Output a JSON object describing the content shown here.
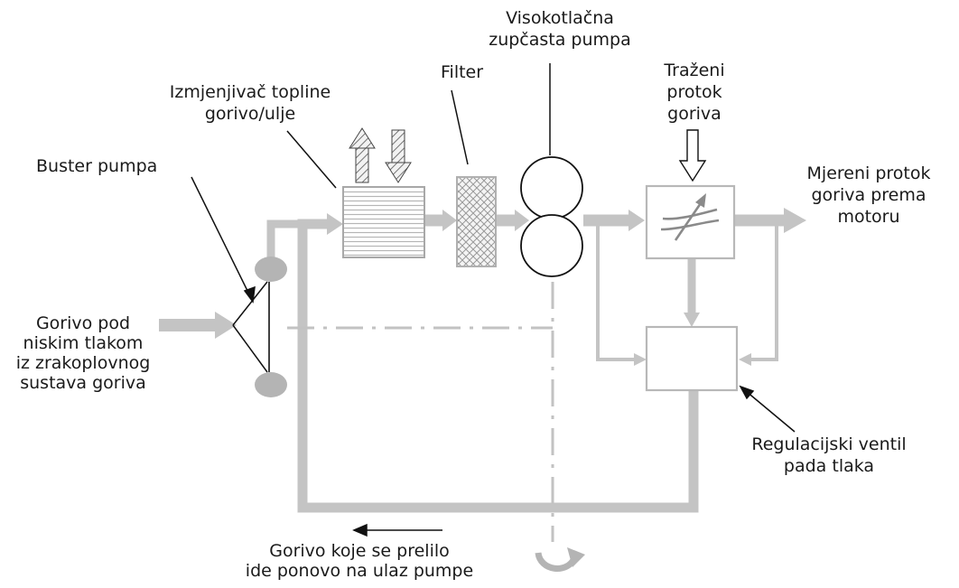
{
  "colors": {
    "pipe": "#c4c4c4",
    "pipe_dark": "#b0b0b0",
    "line": "#111111",
    "box_border": "#b8b8b8",
    "background": "#ffffff"
  },
  "labels": {
    "input_fuel": [
      "Gorivo pod",
      "niskim tlakom",
      "iz zrakoplovnog",
      "sustava goriva"
    ],
    "booster_pump": [
      "Buster pumpa"
    ],
    "heat_exchanger": [
      "Izmjenjivač topline",
      "gorivo/ulje"
    ],
    "filter": [
      "Filter"
    ],
    "hp_pump": [
      "Visokotlačna",
      "zupčasta pumpa"
    ],
    "demanded_flow": [
      "Traženi",
      "protok",
      "goriva"
    ],
    "metered_flow": [
      "Mjereni protok",
      "goriva prema",
      "motoru"
    ],
    "pressure_valve": [
      "Regulacijski ventil",
      "pada tlaka"
    ],
    "return_fuel": [
      "Gorivo koje se prelilo",
      "ide ponovo na ulaz pumpe"
    ]
  }
}
